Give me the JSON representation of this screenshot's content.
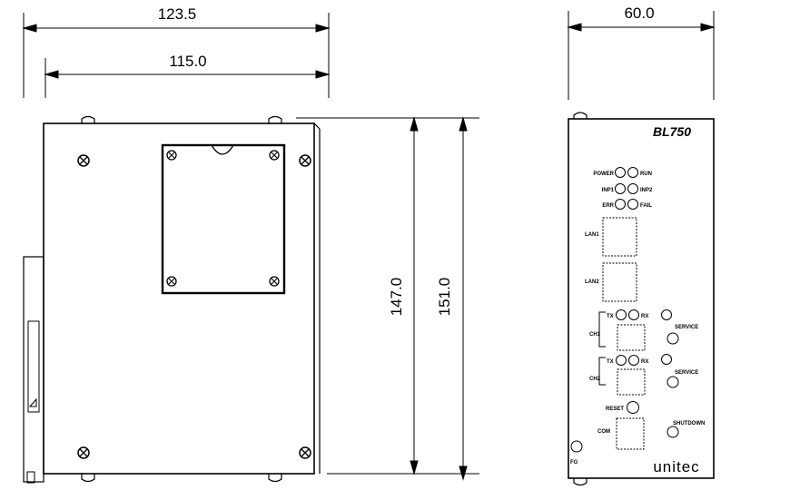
{
  "dimensions": {
    "overall_depth": "123.5",
    "body_depth": "115.0",
    "inner_height": "147.0",
    "overall_height": "151.0",
    "width": "60.0"
  },
  "front_panel": {
    "model": "BL750",
    "brand": "unitec",
    "indicators": {
      "power": "POWER",
      "run": "RUN",
      "inp1": "INP1",
      "inp2": "INP2",
      "err": "ERR",
      "fail": "FAIL"
    },
    "ports": {
      "lan1": "LAN1",
      "lan2": "LAN2",
      "ch1": "CH1",
      "ch2": "CH2",
      "com": "COM"
    },
    "port_leds": {
      "tx": "TX",
      "rx": "RX"
    },
    "buttons": {
      "service": "SERVICE",
      "reset": "RESET",
      "shutdown": "SHUTDOWN",
      "fg": "FG"
    }
  }
}
